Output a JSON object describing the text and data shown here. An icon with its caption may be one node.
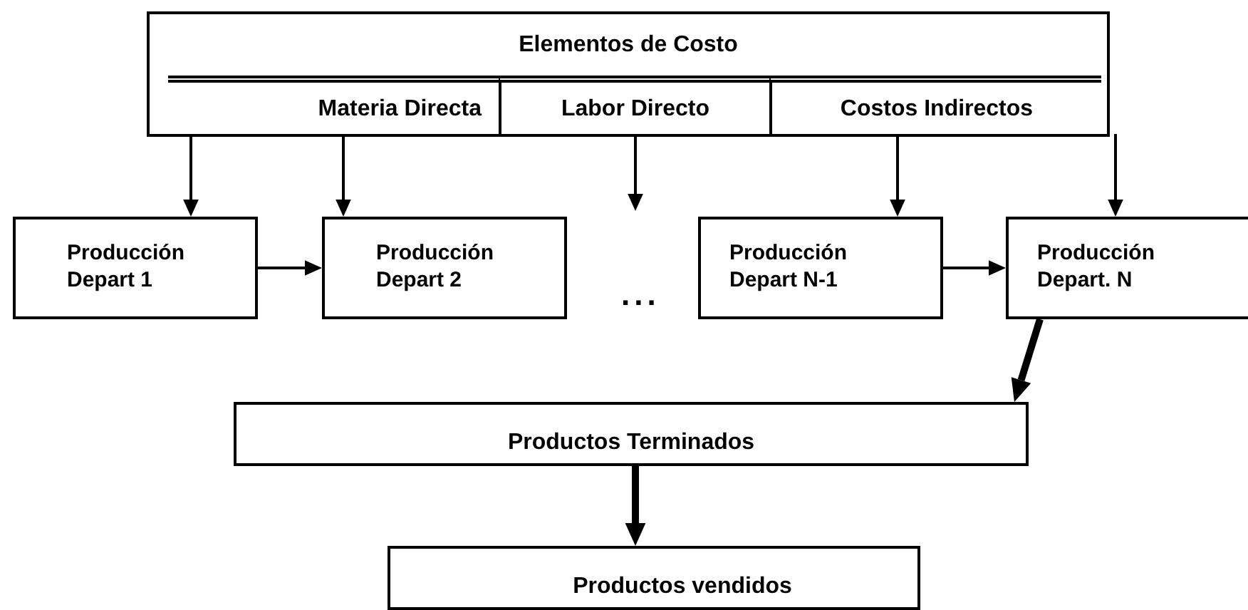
{
  "diagram": {
    "nodes": [
      {
        "text": [
          "Elementos de Costo"
        ]
      },
      {
        "text": [
          "Materia Directa"
        ],
        "in": 0
      },
      {
        "text": [
          "Labor Directo"
        ],
        "in": 0
      },
      {
        "text": [
          "Costos Indirectos"
        ],
        "in": 0
      },
      {
        "text": [
          "Producción Depart 1"
        ]
      },
      {
        "text": [
          "Producción Depart 2"
        ]
      },
      {
        "text": [
          "Producción Depart N-1"
        ]
      },
      {
        "text": [
          "Producción Depart. N"
        ]
      },
      {
        "text": [
          "Productos Terminados"
        ]
      },
      {
        "text": [
          "Productos vendidos"
        ]
      }
    ],
    "edges": [
      {
        "from": 1,
        "to": 4,
        "arrow": "to"
      },
      {
        "from": 1,
        "to": 5,
        "arrow": "to"
      },
      {
        "from": 2,
        "to": null,
        "arrow": "to"
      },
      {
        "from": 3,
        "to": 6,
        "arrow": "to"
      },
      {
        "from": 3,
        "to": 7,
        "arrow": "to"
      },
      {
        "from": 4,
        "to": 5,
        "arrow": "to"
      },
      {
        "from": 6,
        "to": 7,
        "arrow": "to"
      },
      {
        "from": 7,
        "to": 8,
        "arrow": "to",
        "style": "thick"
      },
      {
        "from": 8,
        "to": 9,
        "arrow": "to",
        "style": "thick"
      }
    ],
    "labels": [
      "..."
    ]
  }
}
